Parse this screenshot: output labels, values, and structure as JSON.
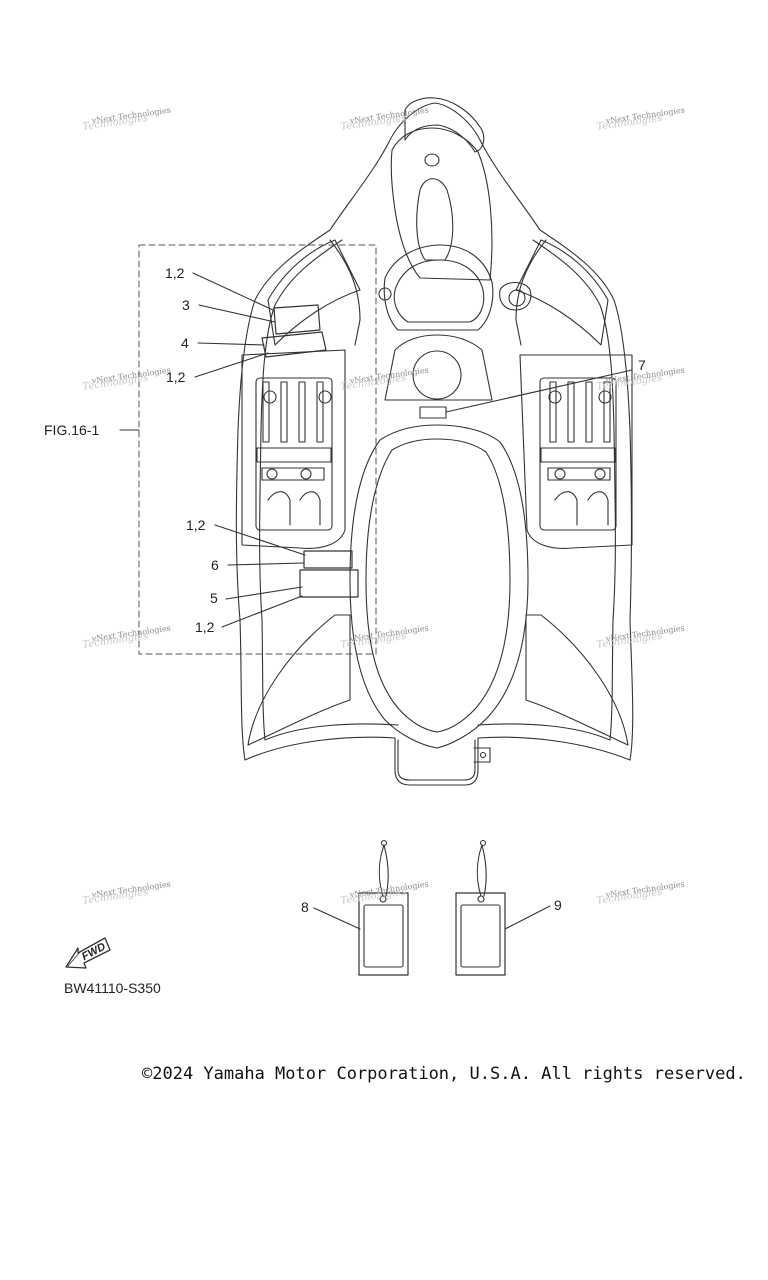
{
  "callouts": {
    "c12a": "1,2",
    "c3": "3",
    "c4": "4",
    "c12b": "1,2",
    "c7": "7",
    "c12c": "1,2",
    "c6": "6",
    "c5": "5",
    "c12d": "1,2",
    "c8": "8",
    "c9": "9"
  },
  "figure_ref": "FIG.16-1",
  "fwd_label": "FWD",
  "part_code": "BW41110-S350",
  "copyright": "©2024 Yamaha Motor Corporation, U.S.A. All rights reserved.",
  "watermark": {
    "line1": "vNext Technologies",
    "line2": "Technologies"
  },
  "colors": {
    "line": "#333333",
    "dashed_box": "#555555",
    "watermark": "#8a8a8a"
  }
}
